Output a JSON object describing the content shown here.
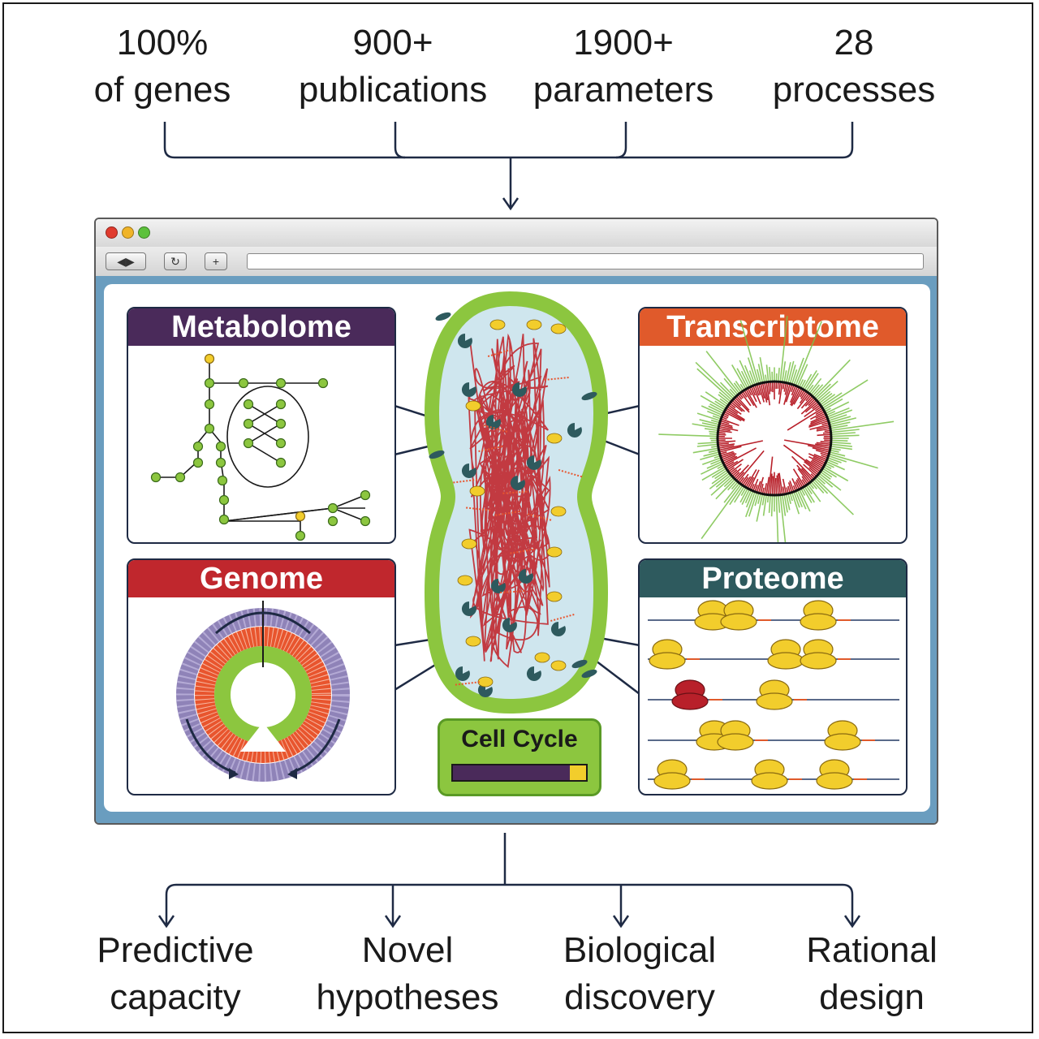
{
  "stats": [
    {
      "value": "100%",
      "label": "of genes"
    },
    {
      "value": "900+",
      "label": "publications"
    },
    {
      "value": "1900+",
      "label": "parameters"
    },
    {
      "value": "28",
      "label": "processes"
    }
  ],
  "panels": {
    "metabolome": {
      "title": "Metabolome",
      "color": "#4a2a5a"
    },
    "transcriptome": {
      "title": "Transcriptome",
      "color": "#e05a2b"
    },
    "genome": {
      "title": "Genome",
      "color": "#c0272d"
    },
    "proteome": {
      "title": "Proteome",
      "color": "#2e5a5e"
    }
  },
  "cell_cycle": {
    "label": "Cell Cycle",
    "progress": 0.88
  },
  "outcomes": [
    {
      "line1": "Predictive",
      "line2": "capacity"
    },
    {
      "line1": "Novel",
      "line2": "hypotheses"
    },
    {
      "line1": "Biological",
      "line2": "discovery"
    },
    {
      "line1": "Rational",
      "line2": "design"
    }
  ],
  "colors": {
    "connector": "#1e2a44",
    "browser_bg": "#6a9dbf",
    "cell_membrane": "#8cc63f",
    "cell_interior": "#cfe6ee",
    "dna": "#c0272d",
    "ribosome": "#f2cd2c",
    "enzyme": "#2e5a5e"
  },
  "icons": [
    "close-dot-icon",
    "minimize-dot-icon",
    "zoom-dot-icon",
    "back-forward-icon",
    "reload-icon",
    "new-tab-plus-icon"
  ]
}
